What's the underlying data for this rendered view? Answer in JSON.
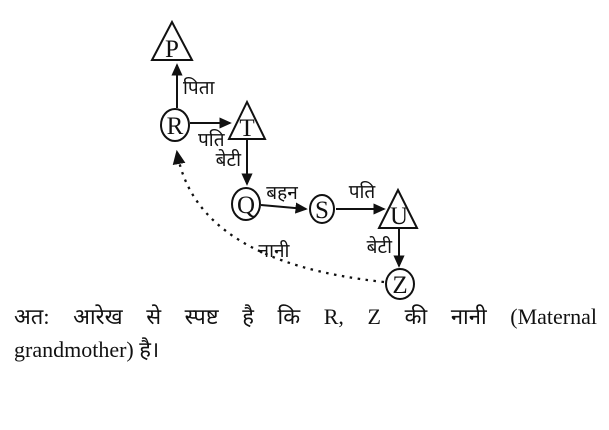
{
  "colors": {
    "ink": "#111111",
    "background": "#ffffff"
  },
  "diagram": {
    "nodes": [
      {
        "id": "P",
        "shape": "triangle"
      },
      {
        "id": "R",
        "shape": "circle"
      },
      {
        "id": "T",
        "shape": "triangle"
      },
      {
        "id": "Q",
        "shape": "circle"
      },
      {
        "id": "S",
        "shape": "circle"
      },
      {
        "id": "U",
        "shape": "triangle"
      },
      {
        "id": "Z",
        "shape": "circle"
      }
    ],
    "edges": [
      {
        "from": "R",
        "to": "P",
        "label": "पिता",
        "style": "solid"
      },
      {
        "from": "R",
        "to": "T",
        "label": "पति",
        "style": "solid"
      },
      {
        "from": "T",
        "to": "Q",
        "label": "बेटी",
        "style": "solid"
      },
      {
        "from": "Q",
        "to": "S",
        "label": "बहन",
        "style": "solid"
      },
      {
        "from": "S",
        "to": "U",
        "label": "पति",
        "style": "solid"
      },
      {
        "from": "U",
        "to": "Z",
        "label": "बेटी",
        "style": "solid"
      },
      {
        "from": "Z",
        "to": "R",
        "label": "नानी",
        "style": "dotted"
      }
    ]
  },
  "caption": {
    "line1": "अत: आरेख से स्पष्ट है कि R, Z की नानी (Maternal",
    "line2": "grandmother) है।"
  }
}
